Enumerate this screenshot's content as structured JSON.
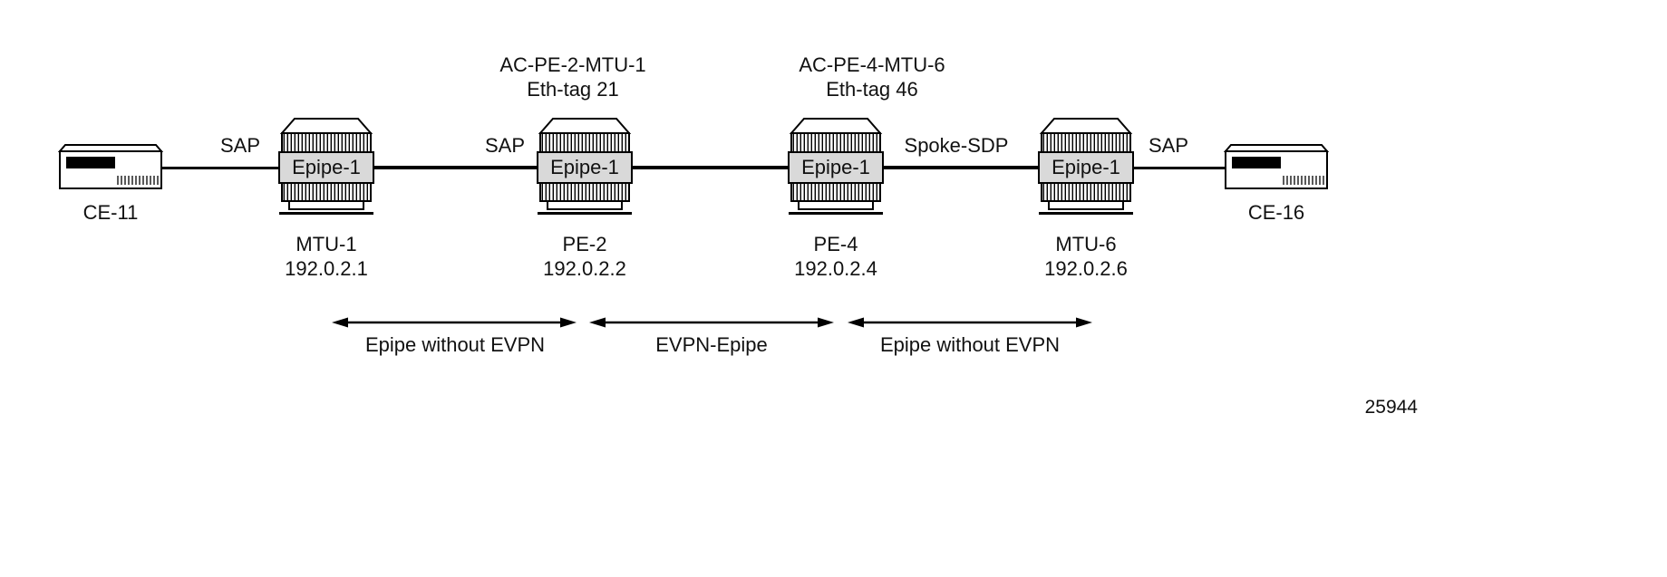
{
  "figure_number": "25944",
  "colors": {
    "line": "#000000",
    "service_box_bg": "#d9d9d9",
    "background": "#ffffff",
    "text": "#111111"
  },
  "devices": {
    "ce_left": {
      "name": "CE-11"
    },
    "ce_right": {
      "name": "CE-16"
    },
    "routers": [
      {
        "service": "Epipe-1",
        "name": "MTU-1",
        "ip": "192.0.2.1"
      },
      {
        "service": "Epipe-1",
        "name": "PE-2",
        "ip": "192.0.2.2"
      },
      {
        "service": "Epipe-1",
        "name": "PE-4",
        "ip": "192.0.2.4"
      },
      {
        "service": "Epipe-1",
        "name": "MTU-6",
        "ip": "192.0.2.6"
      }
    ]
  },
  "attachment_circuits": [
    {
      "name": "AC-PE-2-MTU-1",
      "eth_tag": "Eth-tag 21"
    },
    {
      "name": "AC-PE-4-MTU-6",
      "eth_tag": "Eth-tag 46"
    }
  ],
  "links": [
    {
      "label": "SAP"
    },
    {
      "label": "SAP"
    },
    {
      "label": "Spoke-SDP"
    },
    {
      "label": "SAP"
    }
  ],
  "segments": [
    {
      "label": "Epipe without EVPN"
    },
    {
      "label": "EVPN-Epipe"
    },
    {
      "label": "Epipe without EVPN"
    }
  ]
}
